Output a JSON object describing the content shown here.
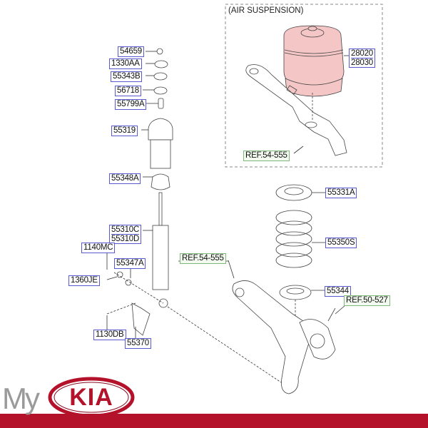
{
  "section_title": "(AIR SUSPENSION)",
  "parts": {
    "p54659": "54659",
    "p1330AA": "1330AA",
    "p55343B": "55343B",
    "p56718": "56718",
    "p55799A": "55799A",
    "p55319": "55319",
    "p55348A": "55348A",
    "p55310C": "55310C",
    "p55310D": "55310D",
    "p1140MC": "1140MC",
    "p55347A": "55347A",
    "p1360JE": "1360JE",
    "p1130DB": "1130DB",
    "p55370": "55370",
    "p28020": "28020",
    "p28030": "28030",
    "p55331A": "55331A",
    "p55350S": "55350S",
    "p55344": "55344"
  },
  "refs": {
    "air_arm": "REF.54-555",
    "lower_arm": "REF.54-555",
    "knuckle": "REF.50-527"
  },
  "brand": {
    "prefix": "My",
    "name": "KIA",
    "colors": {
      "red": "#b3122a",
      "grey": "#9a9a9a",
      "air_bag": "#f4c6c6"
    }
  }
}
